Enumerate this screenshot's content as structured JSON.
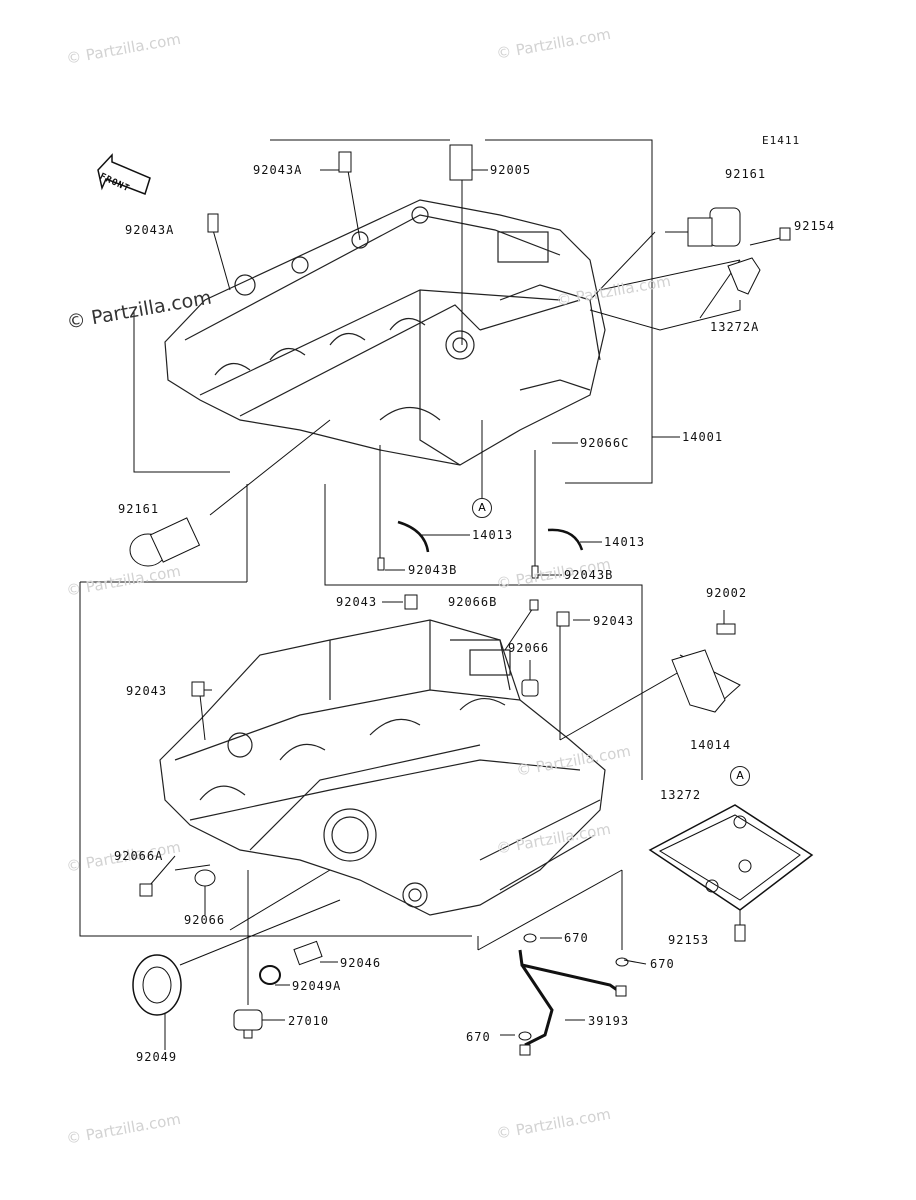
{
  "diagram_code": "E1411",
  "front_label": "FRONT",
  "watermarks": [
    "© Partzilla.com",
    "© Partzilla.com",
    "© Partzilla.com",
    "© Partzilla.com",
    "© Partzilla.com",
    "© Partzilla.com",
    "© Partzilla.com",
    "© Partzilla.com",
    "© Partzilla.com",
    "© Partzilla.com",
    "© Partzilla.com"
  ],
  "callouts": {
    "a_top": "A",
    "a_gasket": "A"
  },
  "parts": {
    "p92043A_1": "92043A",
    "p92043A_2": "92043A",
    "p92005": "92005",
    "p92161_top": "92161",
    "p92154": "92154",
    "p13272A": "13272A",
    "p14001": "14001",
    "p92066C": "92066C",
    "p92161_left": "92161",
    "p14013_1": "14013",
    "p14013_2": "14013",
    "p92043B_1": "92043B",
    "p92043B_2": "92043B",
    "p92043_1": "92043",
    "p92066B": "92066B",
    "p92043_2": "92043",
    "p92002": "92002",
    "p92066_1": "92066",
    "p92043_3": "92043",
    "p14014": "14014",
    "p13272": "13272",
    "p92066A": "92066A",
    "p92066_2": "92066",
    "p92153": "92153",
    "p670_1": "670",
    "p670_2": "670",
    "p670_3": "670",
    "p92046": "92046",
    "p92049A": "92049A",
    "p27010": "27010",
    "p39193": "39193",
    "p92049": "92049"
  }
}
